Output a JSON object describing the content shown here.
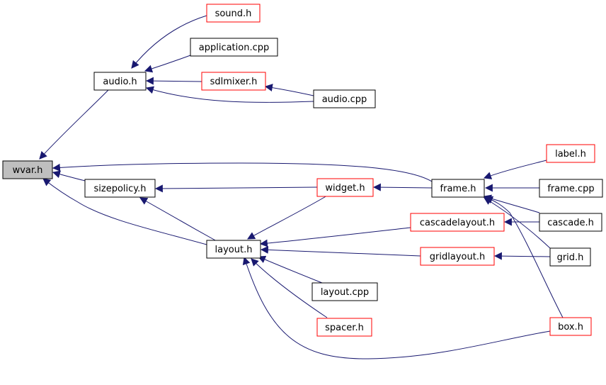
{
  "colors": {
    "edge": "#191970",
    "border_default": "#000000",
    "border_undocumented": "#ff0000",
    "fill_default": "#ffffff",
    "fill_root": "#bfbfbf"
  },
  "nodes": {
    "wvar_h": "wvar.h",
    "audio_h": "audio.h",
    "sound_h": "sound.h",
    "application_cpp": "application.cpp",
    "sdlmixer_h": "sdlmixer.h",
    "audio_cpp": "audio.cpp",
    "sizepolicy_h": "sizepolicy.h",
    "widget_h": "widget.h",
    "frame_h": "frame.h",
    "label_h": "label.h",
    "frame_cpp": "frame.cpp",
    "cascadelayout_h": "cascadelayout.h",
    "cascade_h": "cascade.h",
    "layout_h": "layout.h",
    "gridlayout_h": "gridlayout.h",
    "grid_h": "grid.h",
    "layout_cpp": "layout.cpp",
    "spacer_h": "spacer.h",
    "box_h": "box.h"
  }
}
